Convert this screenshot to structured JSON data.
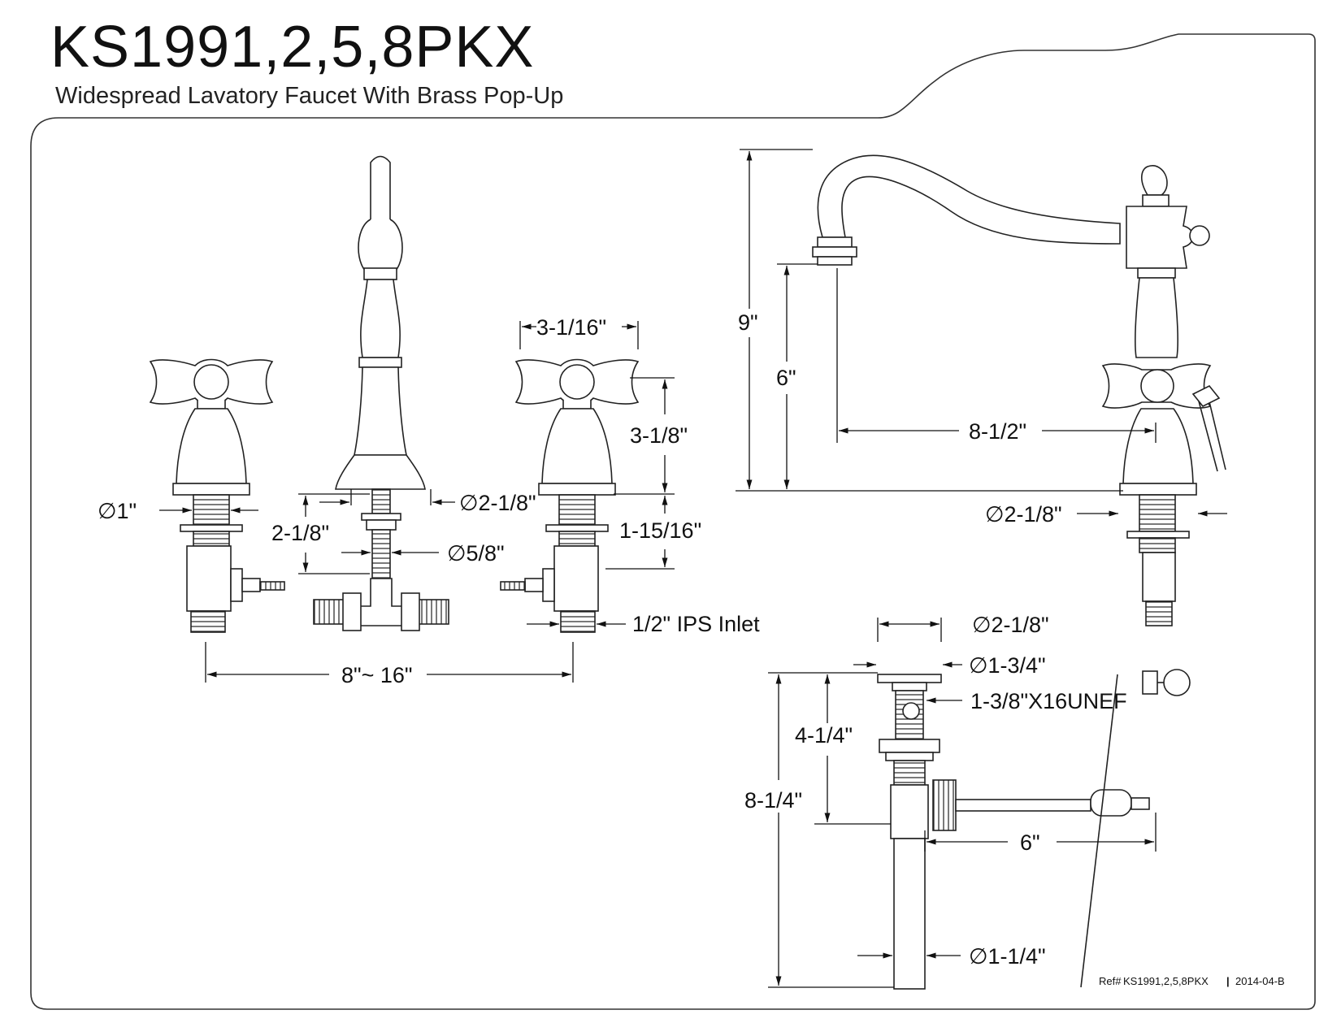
{
  "header": {
    "title": "KS1991,2,5,8PKX",
    "subtitle": "Widespread Lavatory Faucet With Brass Pop-Up"
  },
  "dimensions": {
    "handle_width": "3-1/16\"",
    "handle_height": "3-1/8\"",
    "shank_dia_handle": "∅1\"",
    "spout_shank_length": "2-1/8\"",
    "spout_base_dia": "∅2-1/8\"",
    "spout_shank_dia": "∅5/8\"",
    "valve_shank_length": "1-15/16\"",
    "inlet": "1/2\" IPS Inlet",
    "spread": "8\"~ 16\"",
    "overall_height": "9\"",
    "spout_height": "6\"",
    "spout_reach": "8-1/2\"",
    "side_base_dia": "∅2-1/8\"",
    "drain_flange_dia": "∅2-1/8\"",
    "drain_body_dia": "∅1-3/4\"",
    "drain_thread": "1-3/8\"X16UNEF",
    "drain_upper_length": "4-1/4\"",
    "drain_total_length": "8-1/4\"",
    "rod_length": "6\"",
    "tailpiece_dia": "∅1-1/4\""
  },
  "footer": {
    "ref_label": "Ref#",
    "ref_model": "KS1991,2,5,8PKX",
    "ref_separator": "|",
    "ref_rev": "2014-04-B"
  }
}
